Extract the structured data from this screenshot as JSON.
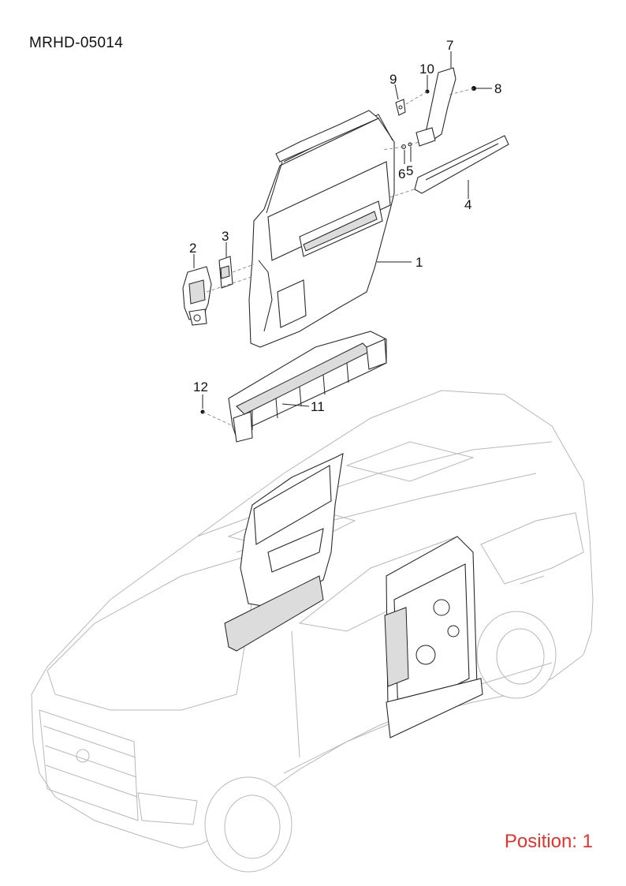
{
  "diagram_code": "MRHD-05014",
  "position_label": "Position: 1",
  "callouts": [
    {
      "id": "1",
      "label": "1"
    },
    {
      "id": "2",
      "label": "2"
    },
    {
      "id": "3",
      "label": "3"
    },
    {
      "id": "4",
      "label": "4"
    },
    {
      "id": "5",
      "label": "5"
    },
    {
      "id": "6",
      "label": "6"
    },
    {
      "id": "7",
      "label": "7"
    },
    {
      "id": "8",
      "label": "8"
    },
    {
      "id": "9",
      "label": "9"
    },
    {
      "id": "10",
      "label": "10"
    },
    {
      "id": "11",
      "label": "11"
    },
    {
      "id": "12",
      "label": "12"
    }
  ],
  "colors": {
    "position_label": "#e8322a",
    "line_art": "#222222",
    "vehicle_outline": "#b8b8b8"
  }
}
